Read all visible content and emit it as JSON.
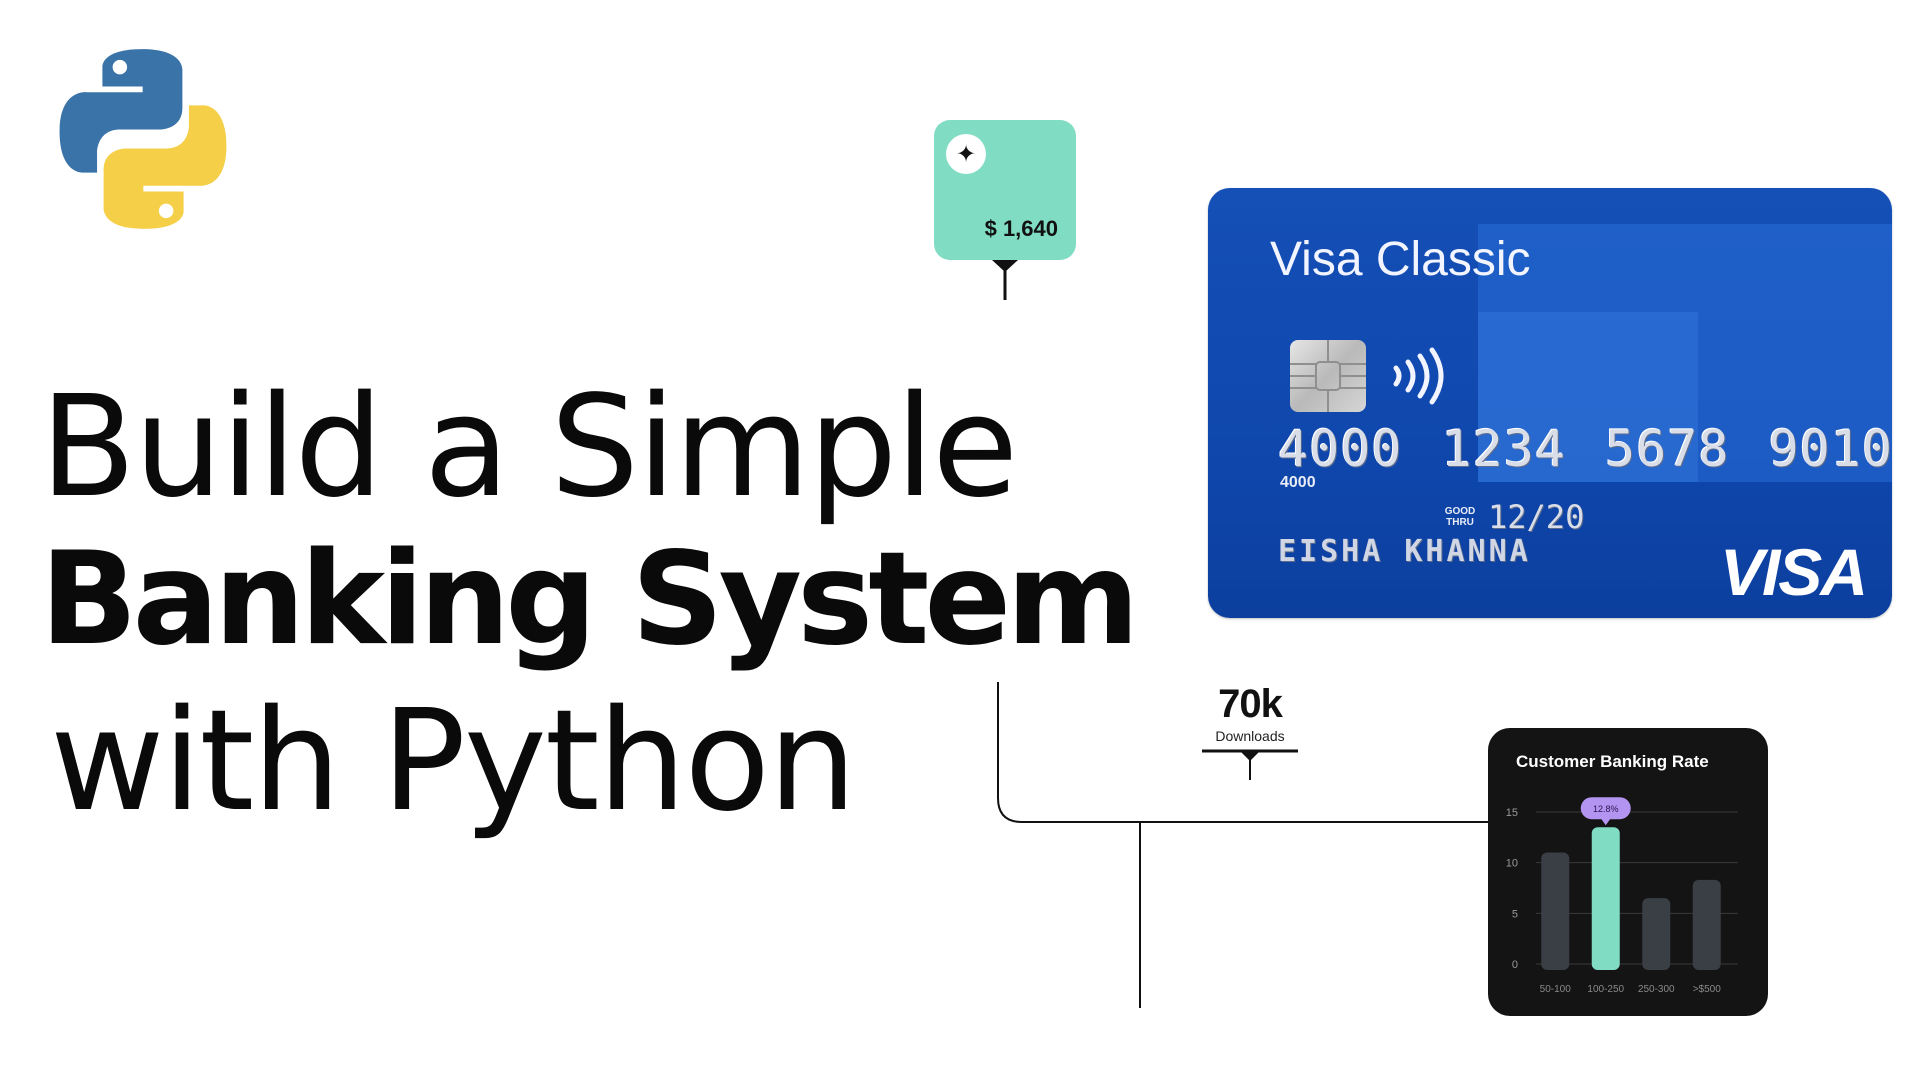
{
  "headline": {
    "line1": "Build a Simple",
    "line2": "Banking System",
    "line3": "with Python"
  },
  "balance_tag": {
    "icon": "sparkle-icon",
    "amount": "$ 1,640",
    "color": "#80ddc3"
  },
  "card": {
    "title": "Visa Classic",
    "number": "4000 1234 5678 9010",
    "number_small": "4000",
    "good_thru_label": "GOOD THRU",
    "expiry": "12/20",
    "holder": "EISHA KHANNA",
    "brand": "VISA",
    "color": "#1550b6"
  },
  "stat": {
    "value": "70k",
    "label": "Downloads"
  },
  "chart_data": {
    "type": "bar",
    "title": "Customer Banking Rate",
    "categories": [
      "50-100",
      "100-250",
      "250-300",
      ">$500"
    ],
    "values": [
      11,
      13.5,
      6.5,
      8.3
    ],
    "highlight_index": 1,
    "highlight_label": "12.8%",
    "yticks": [
      0,
      5,
      10,
      15
    ],
    "ylim": [
      0,
      15
    ],
    "grid": true,
    "colors": {
      "bar": "#3a3f45",
      "highlight": "#80ddc3",
      "tooltip": "#b394f0",
      "background": "#141414"
    }
  }
}
